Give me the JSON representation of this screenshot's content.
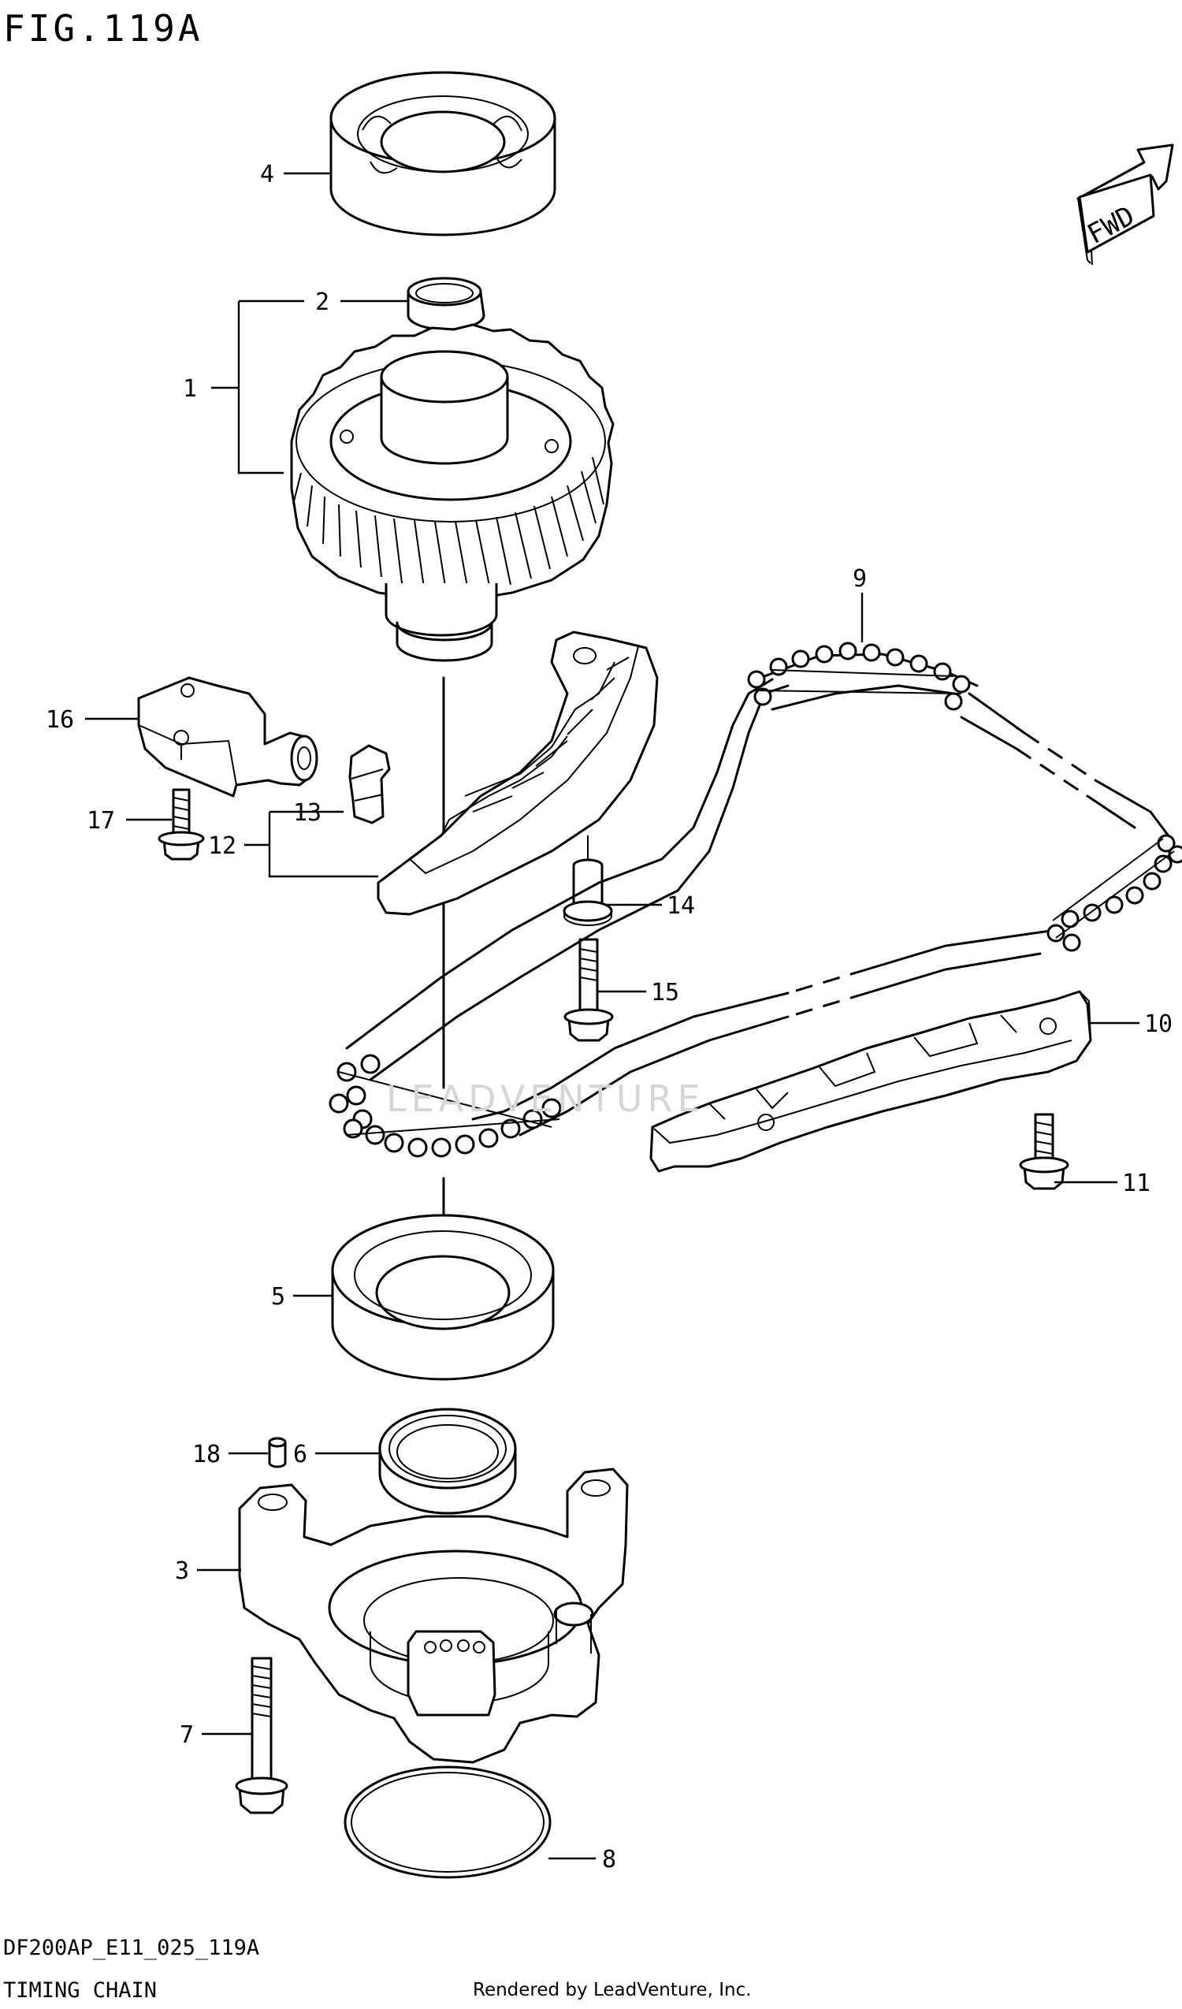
{
  "figure": {
    "title": "FIG.119A",
    "code": "DF200AP_E11_025_119A",
    "caption": "TIMING CHAIN",
    "credit": "Rendered by LeadVenture, Inc.",
    "watermark": "LEADVENTURE",
    "fwd_label": "FWD"
  },
  "callouts": [
    {
      "id": "1",
      "label": "1"
    },
    {
      "id": "2",
      "label": "2"
    },
    {
      "id": "3",
      "label": "3"
    },
    {
      "id": "4",
      "label": "4"
    },
    {
      "id": "5",
      "label": "5"
    },
    {
      "id": "6",
      "label": "6"
    },
    {
      "id": "7",
      "label": "7"
    },
    {
      "id": "8",
      "label": "8"
    },
    {
      "id": "9",
      "label": "9"
    },
    {
      "id": "10",
      "label": "10"
    },
    {
      "id": "11",
      "label": "11"
    },
    {
      "id": "12",
      "label": "12"
    },
    {
      "id": "13",
      "label": "13"
    },
    {
      "id": "14",
      "label": "14"
    },
    {
      "id": "15",
      "label": "15"
    },
    {
      "id": "16",
      "label": "16"
    },
    {
      "id": "17",
      "label": "17"
    },
    {
      "id": "18",
      "label": "18"
    }
  ],
  "parts": [
    {
      "ref": "1",
      "icon": "drive-gear-icon"
    },
    {
      "ref": "2",
      "icon": "collar-icon"
    },
    {
      "ref": "3",
      "icon": "housing-icon"
    },
    {
      "ref": "4",
      "icon": "bearing-icon"
    },
    {
      "ref": "5",
      "icon": "bearing-icon"
    },
    {
      "ref": "6",
      "icon": "oil-seal-icon"
    },
    {
      "ref": "7",
      "icon": "bolt-icon"
    },
    {
      "ref": "8",
      "icon": "o-ring-icon"
    },
    {
      "ref": "9",
      "icon": "chain-icon"
    },
    {
      "ref": "10",
      "icon": "chain-guide-icon"
    },
    {
      "ref": "11",
      "icon": "bolt-icon"
    },
    {
      "ref": "12",
      "icon": "tensioner-guide-icon"
    },
    {
      "ref": "13",
      "icon": "clip-icon"
    },
    {
      "ref": "14",
      "icon": "bushing-icon"
    },
    {
      "ref": "15",
      "icon": "bolt-icon"
    },
    {
      "ref": "16",
      "icon": "tensioner-icon"
    },
    {
      "ref": "17",
      "icon": "bolt-icon"
    },
    {
      "ref": "18",
      "icon": "dowel-pin-icon"
    }
  ]
}
